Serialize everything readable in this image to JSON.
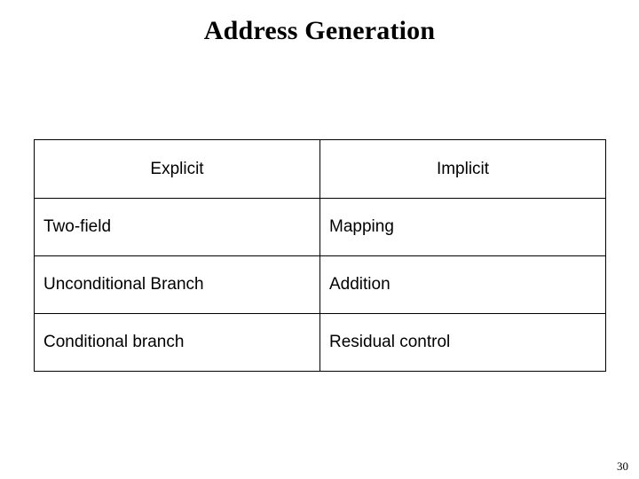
{
  "slide": {
    "title": "Address Generation",
    "page_number": "30",
    "table": {
      "headers": [
        "Explicit",
        "Implicit"
      ],
      "rows": [
        [
          "Two-field",
          "Mapping"
        ],
        [
          "Unconditional Branch",
          "Addition"
        ],
        [
          "Conditional branch",
          "Residual control"
        ]
      ]
    }
  }
}
